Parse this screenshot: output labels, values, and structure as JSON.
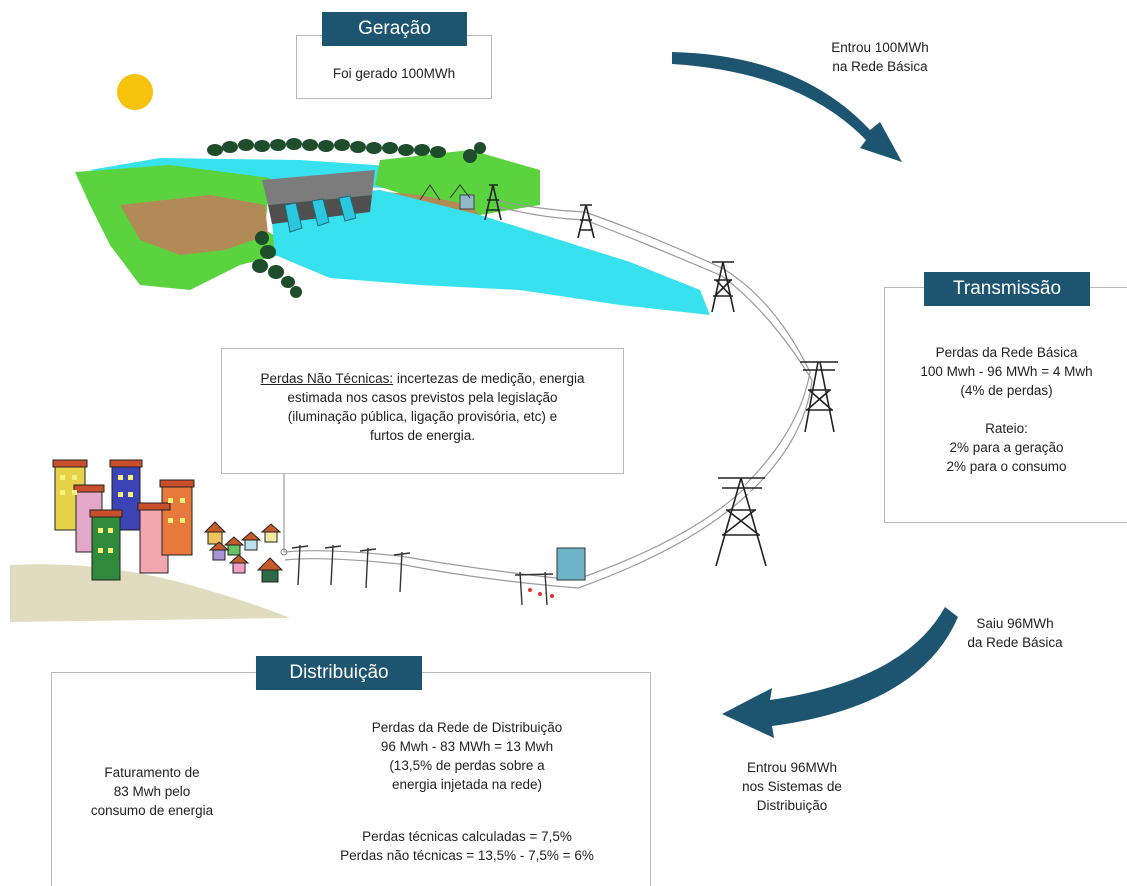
{
  "generation": {
    "tag": "Geração",
    "text": "Foi gerado 100MWh"
  },
  "arrow_top_label": [
    "Entrou 100MWh",
    "na Rede Básica"
  ],
  "transmission": {
    "tag": "Transmissão",
    "lines": [
      "Perdas da Rede Básica",
      "100 Mwh - 96 MWh = 4 Mwh",
      "(4% de perdas)",
      "",
      "Rateio:",
      "2%  para a geração",
      "2% para o consumo"
    ]
  },
  "non_technical_losses": {
    "heading": "Perdas Não Técnicas:",
    "first_line_rest": " incertezas de medição, energia",
    "lines": [
      "estimada nos casos previstos pela legislação",
      "(iluminação pública, ligação provisória, etc) e",
      "furtos de energia."
    ]
  },
  "arrow_right_out_label": [
    "Saiu 96MWh",
    "da Rede Básica"
  ],
  "arrow_right_in_label": [
    "Entrou 96MWh",
    "nos Sistemas de",
    "Distribuição"
  ],
  "distribution": {
    "tag": "Distribuição",
    "losses_lines": [
      "Perdas da Rede de Distribuição",
      "96 Mwh - 83 MWh = 13 Mwh",
      "(13,5% de perdas sobre a",
      "energia injetada na rede)"
    ],
    "tech_lines": [
      "Perdas técnicas calculadas = 7,5%",
      "Perdas não técnicas = 13,5% - 7,5% = 6%"
    ],
    "billing_lines": [
      "Faturamento de",
      "83 Mwh pelo",
      "consumo de energia"
    ]
  },
  "colors": {
    "tag_bg": "#1d5570",
    "arrow": "#1d5570",
    "water": "#38e1ee",
    "grass": "#5ad33f",
    "sun": "#f7c20e"
  }
}
